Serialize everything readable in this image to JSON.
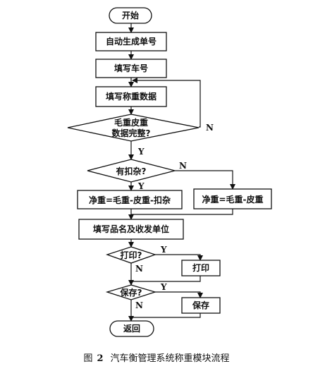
{
  "flow": {
    "start": "开始",
    "auto_number": "自动生成单号",
    "fill_plate": "填写车号",
    "fill_weigh": "填写称重数据",
    "check_complete_line1": "毛重皮重",
    "check_complete_line2": "数据完整?",
    "has_deduction": "有扣杂?",
    "net_with_deduction": "净重=毛重-皮重-扣杂",
    "net_plain": "净重=毛重-皮重",
    "fill_goods": "填写品名及收发单位",
    "print_q": "打印?",
    "print_action": "打印",
    "save_q": "保存?",
    "save_action": "保存",
    "return": "返回",
    "label_yes": "Y",
    "label_no": "N"
  },
  "caption": {
    "fig": "图",
    "number": "2",
    "text": "汽车衡管理系统称重模块流程"
  }
}
